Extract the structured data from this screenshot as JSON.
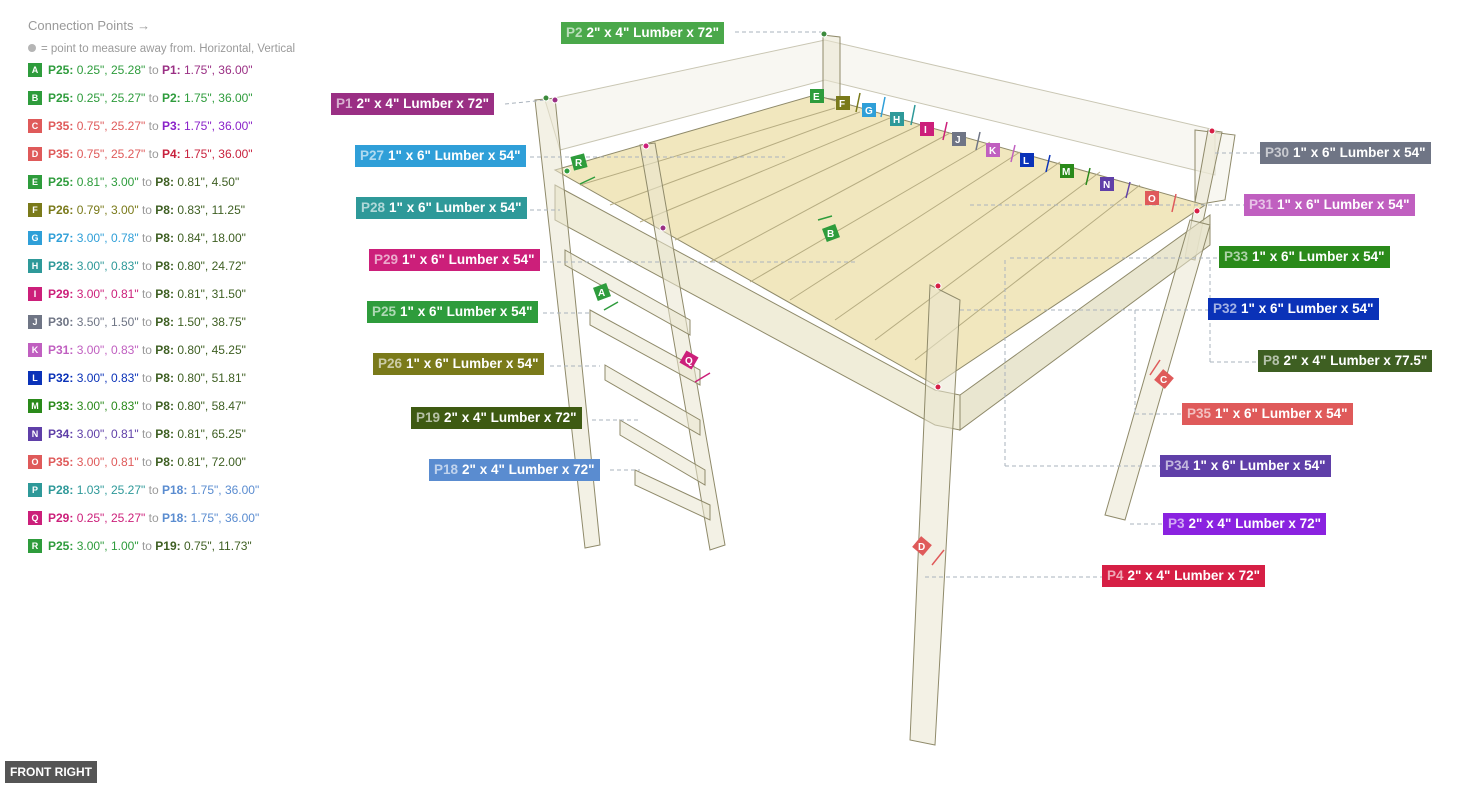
{
  "legend": {
    "title": "Connection Points →",
    "note": "= point to measure away from. Horizontal, Vertical",
    "to_word": "to",
    "items": [
      {
        "id": "A",
        "from": "P25:",
        "from_val": " 0.25\", 25.28\"",
        "target": "P1:",
        "target_val": " 1.75\", 36.00\"",
        "color": "#2e9c3c",
        "from_color": "#2e9c3c",
        "target_color": "#9a2f84"
      },
      {
        "id": "B",
        "from": "P25:",
        "from_val": " 0.25\", 25.27\"",
        "target": "P2:",
        "target_val": " 1.75\", 36.00\"",
        "color": "#2e9c3c",
        "from_color": "#2e9c3c",
        "target_color": "#2e9c3c"
      },
      {
        "id": "C",
        "from": "P35:",
        "from_val": " 0.75\", 25.27\"",
        "target": "P3:",
        "target_val": " 1.75\", 36.00\"",
        "color": "#df5a5a",
        "from_color": "#df5a5a",
        "target_color": "#8a22c9"
      },
      {
        "id": "D",
        "from": "P35:",
        "from_val": " 0.75\", 25.27\"",
        "target": "P4:",
        "target_val": " 1.75\", 36.00\"",
        "color": "#df5a5a",
        "from_color": "#df5a5a",
        "target_color": "#c8213d"
      },
      {
        "id": "E",
        "from": "P25:",
        "from_val": " 0.81\", 3.00\"",
        "target": "P8:",
        "target_val": " 0.81\", 4.50\"",
        "color": "#2e9c3c",
        "from_color": "#2e9c3c",
        "target_color": "#3e5f22"
      },
      {
        "id": "F",
        "from": "P26:",
        "from_val": " 0.79\", 3.00\"",
        "target": "P8:",
        "target_val": " 0.83\", 11.25\"",
        "color": "#7a7a1a",
        "from_color": "#7a7a1a",
        "target_color": "#3e5f22"
      },
      {
        "id": "G",
        "from": "P27:",
        "from_val": " 3.00\", 0.78\"",
        "target": "P8:",
        "target_val": " 0.84\", 18.00\"",
        "color": "#2f9fd8",
        "from_color": "#2f9fd8",
        "target_color": "#3e5f22"
      },
      {
        "id": "H",
        "from": "P28:",
        "from_val": " 3.00\", 0.83\"",
        "target": "P8:",
        "target_val": " 0.80\", 24.72\"",
        "color": "#2e9999",
        "from_color": "#2e9999",
        "target_color": "#3e5f22"
      },
      {
        "id": "I",
        "from": "P29:",
        "from_val": " 3.00\", 0.81\"",
        "target": "P8:",
        "target_val": " 0.81\", 31.50\"",
        "color": "#cc1f7a",
        "from_color": "#cc1f7a",
        "target_color": "#3e5f22"
      },
      {
        "id": "J",
        "from": "P30:",
        "from_val": " 3.50\", 1.50\"",
        "target": "P8:",
        "target_val": " 1.50\", 38.75\"",
        "color": "#6f7585",
        "from_color": "#6f7585",
        "target_color": "#3e5f22"
      },
      {
        "id": "K",
        "from": "P31:",
        "from_val": " 3.00\", 0.83\"",
        "target": "P8:",
        "target_val": " 0.80\", 45.25\"",
        "color": "#c05fc0",
        "from_color": "#c05fc0",
        "target_color": "#3e5f22"
      },
      {
        "id": "L",
        "from": "P32:",
        "from_val": " 3.00\", 0.83\"",
        "target": "P8:",
        "target_val": " 0.80\", 51.81\"",
        "color": "#0a32b8",
        "from_color": "#0a32b8",
        "target_color": "#3e5f22"
      },
      {
        "id": "M",
        "from": "P33:",
        "from_val": " 3.00\", 0.83\"",
        "target": "P8:",
        "target_val": " 0.80\", 58.47\"",
        "color": "#2a8a1a",
        "from_color": "#2a8a1a",
        "target_color": "#3e5f22"
      },
      {
        "id": "N",
        "from": "P34:",
        "from_val": " 3.00\", 0.81\"",
        "target": "P8:",
        "target_val": " 0.81\", 65.25\"",
        "color": "#5f3fa8",
        "from_color": "#5f3fa8",
        "target_color": "#3e5f22"
      },
      {
        "id": "O",
        "from": "P35:",
        "from_val": " 3.00\", 0.81\"",
        "target": "P8:",
        "target_val": " 0.81\", 72.00\"",
        "color": "#df5a5a",
        "from_color": "#df5a5a",
        "target_color": "#3e5f22"
      },
      {
        "id": "P",
        "from": "P28:",
        "from_val": " 1.03\", 25.27\"",
        "target": "P18:",
        "target_val": " 1.75\", 36.00\"",
        "color": "#2e9999",
        "from_color": "#2e9999",
        "target_color": "#5a8cd0"
      },
      {
        "id": "Q",
        "from": "P29:",
        "from_val": " 0.25\", 25.27\"",
        "target": "P18:",
        "target_val": " 1.75\", 36.00\"",
        "color": "#cc1f7a",
        "from_color": "#cc1f7a",
        "target_color": "#5a8cd0"
      },
      {
        "id": "R",
        "from": "P25:",
        "from_val": " 3.00\", 1.00\"",
        "target": "P19:",
        "target_val": " 0.75\", 11.73\"",
        "color": "#2e9c3c",
        "from_color": "#2e9c3c",
        "target_color": "#3e5f22"
      }
    ]
  },
  "parts": [
    {
      "id": "P2",
      "desc": "2\" x 4\" Lumber  x 72\"",
      "color": "#4aa84a"
    },
    {
      "id": "P1",
      "desc": "2\" x 4\" Lumber  x 72\"",
      "color": "#9a2f84"
    },
    {
      "id": "P27",
      "desc": "1\" x 6\" Lumber x 54\"",
      "color": "#2f9fd8"
    },
    {
      "id": "P28",
      "desc": "1\" x 6\" Lumber x 54\"",
      "color": "#2e9999"
    },
    {
      "id": "P29",
      "desc": "1\" x 6\" Lumber x 54\"",
      "color": "#cc1f7a"
    },
    {
      "id": "P25",
      "desc": "1\" x 6\" Lumber x 54\"",
      "color": "#2e9c3c"
    },
    {
      "id": "P26",
      "desc": "1\" x 6\" Lumber x 54\"",
      "color": "#7a7a1a"
    },
    {
      "id": "P19",
      "desc": "2\" x 4\" Lumber  x 72\"",
      "color": "#3e5a12"
    },
    {
      "id": "P18",
      "desc": "2\" x 4\" Lumber  x 72\"",
      "color": "#5a8cd0"
    },
    {
      "id": "P30",
      "desc": "1\" x 6\" Lumber x 54\"",
      "color": "#6f7585"
    },
    {
      "id": "P31",
      "desc": "1\" x 6\" Lumber x 54\"",
      "color": "#c05fc0"
    },
    {
      "id": "P33",
      "desc": "1\" x 6\" Lumber x 54\"",
      "color": "#2a8a1a"
    },
    {
      "id": "P32",
      "desc": "1\" x 6\" Lumber x 54\"",
      "color": "#0a32b8"
    },
    {
      "id": "P8",
      "desc": "2\" x 4\" Lumber  x 77.5\"",
      "color": "#3e5f22"
    },
    {
      "id": "P35",
      "desc": "1\" x 6\" Lumber x 54\"",
      "color": "#df5a5a"
    },
    {
      "id": "P34",
      "desc": "1\" x 6\" Lumber x 54\"",
      "color": "#5f3fa8"
    },
    {
      "id": "P3",
      "desc": "2\" x 4\" Lumber  x 72\"",
      "color": "#8a22e0"
    },
    {
      "id": "P4",
      "desc": "2\" x 4\" Lumber  x 72\"",
      "color": "#d61f45"
    }
  ],
  "view_label": "FRONT RIGHT"
}
